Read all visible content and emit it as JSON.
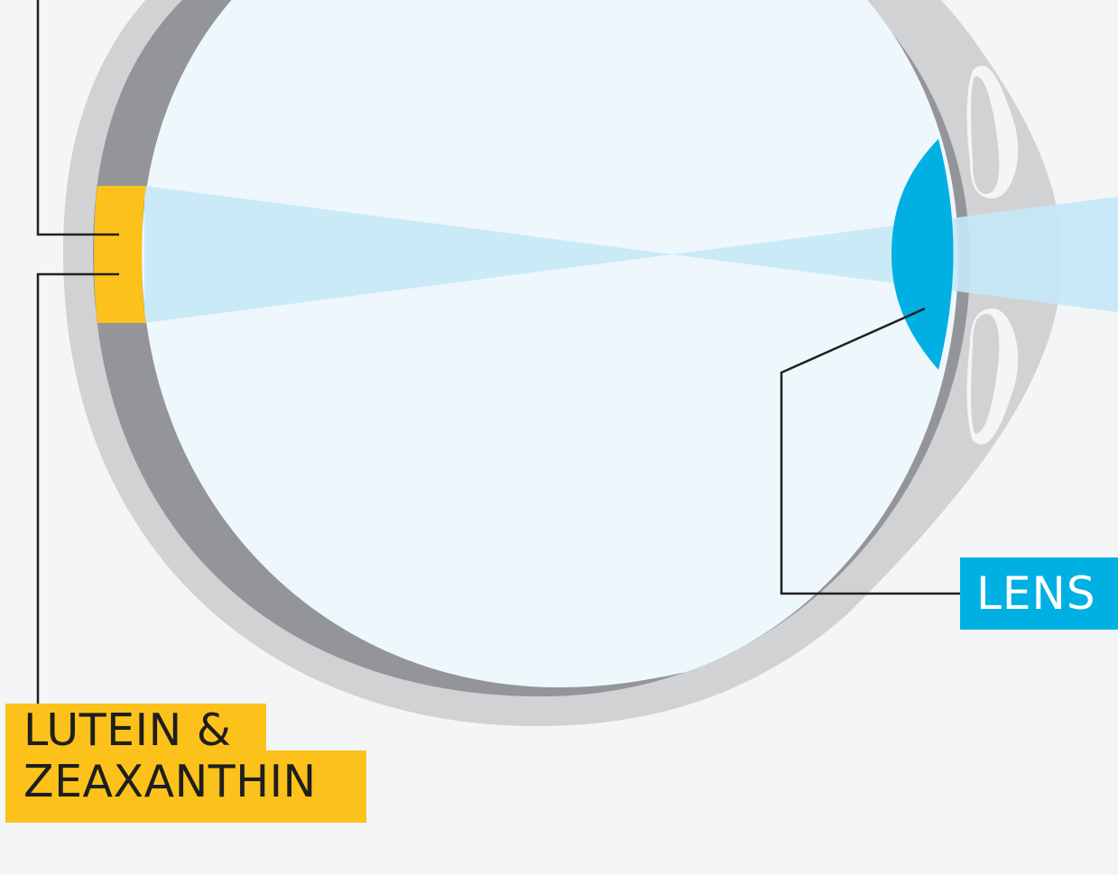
{
  "labels": {
    "lutein_line1": "LUTEIN &",
    "lutein_line2": "ZEAXANTHIN",
    "lens": "LENS"
  },
  "colors": {
    "background": "#f3f5f7",
    "sclera": "#d1d2d4",
    "choroid": "#939598",
    "vitreous": "#eef7fc",
    "light_beam": "#c5e8f7",
    "lens": "#00b0e3",
    "macula": "#fcc21b",
    "leader_line": "#231f20"
  }
}
